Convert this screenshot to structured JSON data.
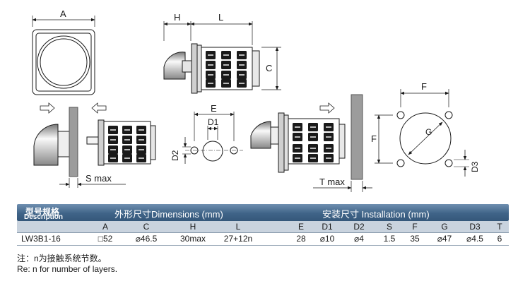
{
  "drawing_labels": {
    "a": "A",
    "h": "H",
    "l": "L",
    "c": "C",
    "e": "E",
    "d1": "D1",
    "d2": "D2",
    "s_max": "S max",
    "t_max": "T max",
    "f_top": "F",
    "f_side": "F",
    "g": "G",
    "d3": "D3"
  },
  "table": {
    "model_cn": "型号规格",
    "model_en": "Description",
    "dimensions_title": "外形尺寸Dimensions (mm)",
    "installation_title": "安装尺寸 Installation (mm)",
    "columns": [
      "A",
      "C",
      "H",
      "L",
      "E",
      "D1",
      "D2",
      "S",
      "F",
      "G",
      "D3",
      "T"
    ],
    "model": "LW3B1-16",
    "values": [
      "□52",
      "⌀46.5",
      "30max",
      "27+12n",
      "28",
      "⌀10",
      "⌀4",
      "1.5",
      "35",
      "⌀47",
      "⌀4.5",
      "6"
    ]
  },
  "notes": {
    "cn": "注：n为接触系统节数。",
    "en": "Re: n for number of layers."
  },
  "colors": {
    "header_blue": "#3f6488",
    "subheader_gray": "#c9d3de",
    "line": "#1a1a1a"
  }
}
